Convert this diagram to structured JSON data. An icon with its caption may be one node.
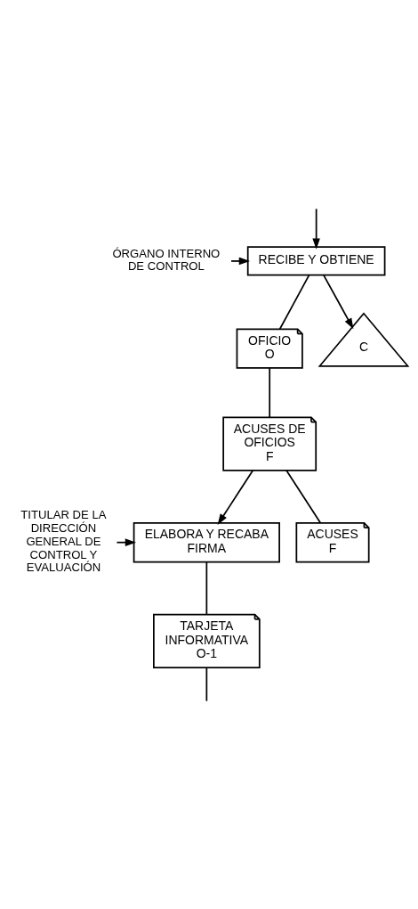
{
  "diagram": {
    "nodes": [
      {
        "text": [
          "ÓRGANO INTERNO DE CONTROL"
        ]
      },
      {
        "text": [
          "RECIBE Y OBTIENE"
        ]
      },
      {
        "text": [
          "OFICIO",
          "O"
        ]
      },
      {
        "text": [
          "ACUSES DE OFICIOS",
          "F"
        ]
      },
      {
        "text": [
          "ACUSES",
          "F"
        ]
      },
      {
        "text": [
          "C"
        ]
      },
      {
        "text": [
          "TITULAR DE LA DIRECCIÓN GENERAL DE CONTROL Y EVALUACIÓN"
        ]
      },
      {
        "text": [
          "ELABORA Y RECABA FIRMA"
        ]
      },
      {
        "text": [
          "TARJETA INFORMATIVA",
          "O-1"
        ]
      }
    ],
    "edges": [
      {
        "from": null,
        "to": 1,
        "arrow": "to"
      },
      {
        "from": 0,
        "to": 1,
        "arrow": "to"
      },
      {
        "from": 1,
        "to": 2,
        "arrow": "none"
      },
      {
        "from": 1,
        "to": 5,
        "arrow": "to"
      },
      {
        "from": 2,
        "to": 3,
        "arrow": "none"
      },
      {
        "from": 3,
        "to": 4,
        "arrow": "none"
      },
      {
        "from": 3,
        "to": 7,
        "arrow": "to"
      },
      {
        "from": 6,
        "to": 7,
        "arrow": "to"
      },
      {
        "from": 7,
        "to": 8,
        "arrow": "none"
      },
      {
        "from": 8,
        "to": null,
        "arrow": "none"
      }
    ]
  }
}
